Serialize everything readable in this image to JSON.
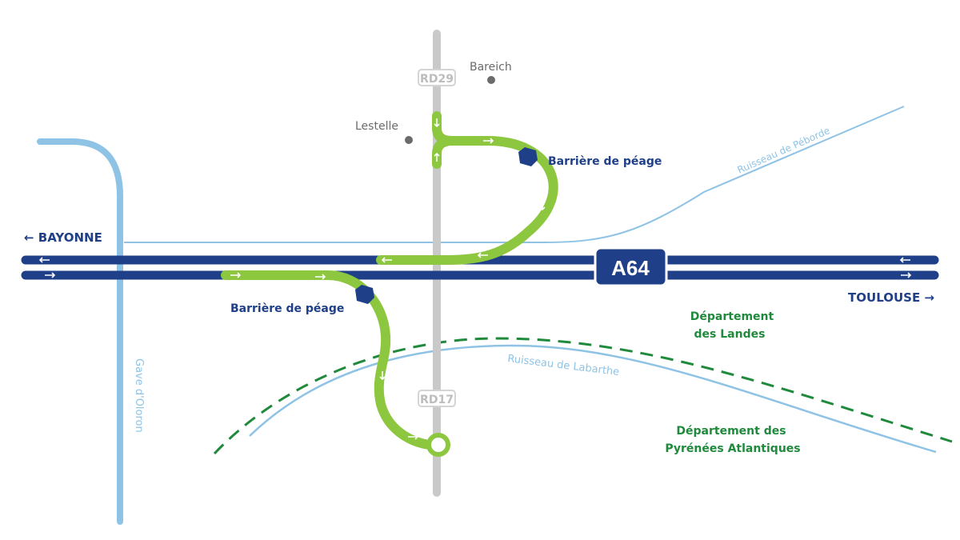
{
  "colors": {
    "motorway": "#1f3f88",
    "ramp": "#8dc63f",
    "road": "#c9c9c9",
    "river": "#8ec3e6",
    "boundary": "#1f8a3c",
    "place": "#6b6b6b"
  },
  "motorway": {
    "name": "A64",
    "west": "← BAYONNE",
    "east": "TOULOUSE →",
    "arrow_left": "←",
    "arrow_right": "→"
  },
  "roads": {
    "north": "RD29",
    "south": "RD17"
  },
  "places": {
    "bareich": "Bareich",
    "lestelle": "Lestelle"
  },
  "tolls": {
    "north": "Barrière de péage",
    "south": "Barrière de péage"
  },
  "rivers": {
    "gave": "Gave d'Oloron",
    "peborde": "Ruisseau de Péborde",
    "labarthe": "Ruisseau de Labarthe"
  },
  "departments": {
    "landes": [
      "Département",
      "des Landes"
    ],
    "pyrenees": [
      "Département des",
      "Pyrénées Atlantiques"
    ]
  }
}
